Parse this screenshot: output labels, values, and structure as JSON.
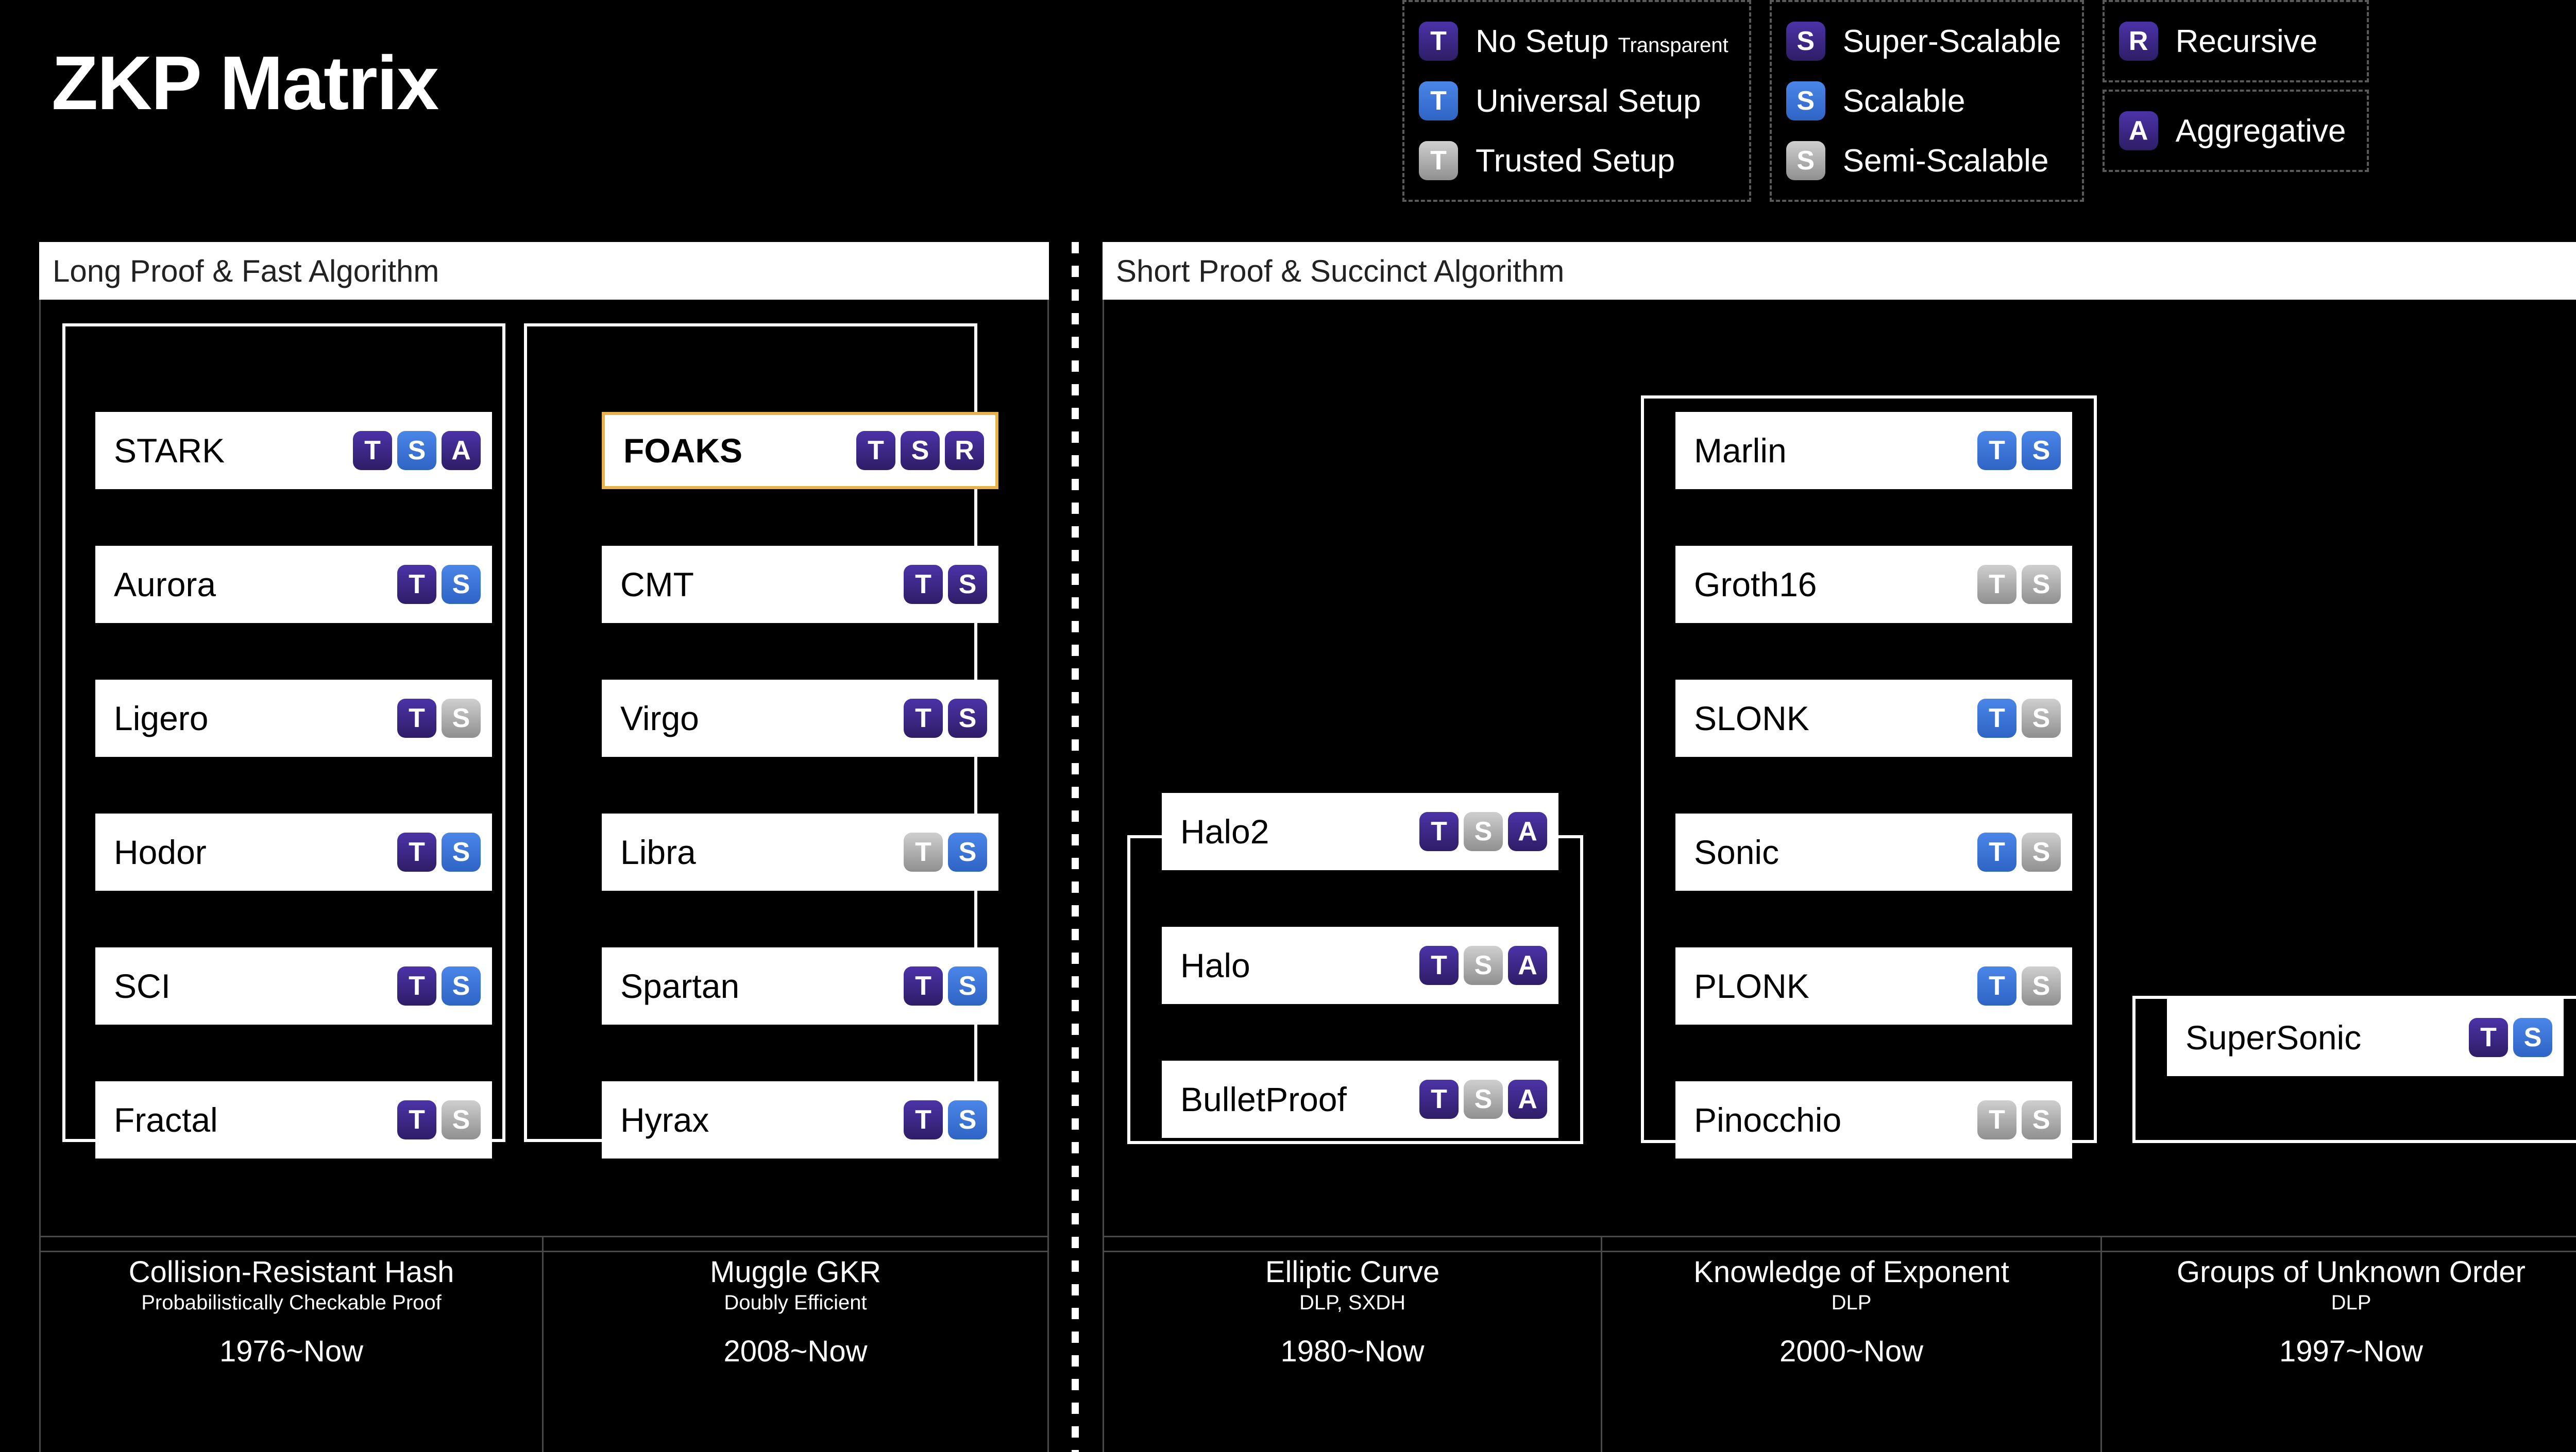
{
  "title": "ZKP Matrix",
  "legend": {
    "groups": [
      {
        "name": "setup-legend",
        "rows": [
          {
            "letter": "T",
            "color": "purple",
            "label": "No Setup",
            "sub": "Transparent"
          },
          {
            "letter": "T",
            "color": "blue",
            "label": "Universal Setup",
            "sub": ""
          },
          {
            "letter": "T",
            "color": "gray",
            "label": "Trusted Setup",
            "sub": ""
          }
        ]
      },
      {
        "name": "scalability-legend",
        "rows": [
          {
            "letter": "S",
            "color": "purple",
            "label": "Super-Scalable",
            "sub": ""
          },
          {
            "letter": "S",
            "color": "blue",
            "label": "Scalable",
            "sub": ""
          },
          {
            "letter": "S",
            "color": "gray",
            "label": "Semi-Scalable",
            "sub": ""
          }
        ]
      },
      {
        "name": "composition-legend-recursive",
        "rows": [
          {
            "letter": "R",
            "color": "purple",
            "label": "Recursive",
            "sub": ""
          }
        ]
      },
      {
        "name": "composition-legend-aggregative",
        "rows": [
          {
            "letter": "A",
            "color": "purple",
            "label": "Aggregative",
            "sub": ""
          }
        ]
      }
    ]
  },
  "sections": {
    "left": {
      "header": "Long Proof & Fast Algorithm"
    },
    "right": {
      "header": "Short Proof & Succinct Algorithm"
    }
  },
  "groups": {
    "hash": {
      "cards": [
        {
          "name": "STARK",
          "badges": [
            [
              "T",
              "purple"
            ],
            [
              "S",
              "blue"
            ],
            [
              "A",
              "purple"
            ]
          ],
          "highlight": false
        },
        {
          "name": "Aurora",
          "badges": [
            [
              "T",
              "purple"
            ],
            [
              "S",
              "blue"
            ]
          ],
          "highlight": false
        },
        {
          "name": "Ligero",
          "badges": [
            [
              "T",
              "purple"
            ],
            [
              "S",
              "gray"
            ]
          ],
          "highlight": false
        },
        {
          "name": "Hodor",
          "badges": [
            [
              "T",
              "purple"
            ],
            [
              "S",
              "blue"
            ]
          ],
          "highlight": false
        },
        {
          "name": "SCI",
          "badges": [
            [
              "T",
              "purple"
            ],
            [
              "S",
              "blue"
            ]
          ],
          "highlight": false
        },
        {
          "name": "Fractal",
          "badges": [
            [
              "T",
              "purple"
            ],
            [
              "S",
              "gray"
            ]
          ],
          "highlight": false
        }
      ]
    },
    "gkr": {
      "cards": [
        {
          "name": "FOAKS",
          "badges": [
            [
              "T",
              "purple"
            ],
            [
              "S",
              "purple"
            ],
            [
              "R",
              "purple"
            ]
          ],
          "highlight": true
        },
        {
          "name": "CMT",
          "badges": [
            [
              "T",
              "purple"
            ],
            [
              "S",
              "purple"
            ]
          ],
          "highlight": false
        },
        {
          "name": "Virgo",
          "badges": [
            [
              "T",
              "purple"
            ],
            [
              "S",
              "purple"
            ]
          ],
          "highlight": false
        },
        {
          "name": "Libra",
          "badges": [
            [
              "T",
              "gray"
            ],
            [
              "S",
              "blue"
            ]
          ],
          "highlight": false
        },
        {
          "name": "Spartan",
          "badges": [
            [
              "T",
              "purple"
            ],
            [
              "S",
              "blue"
            ]
          ],
          "highlight": false
        },
        {
          "name": "Hyrax",
          "badges": [
            [
              "T",
              "purple"
            ],
            [
              "S",
              "blue"
            ]
          ],
          "highlight": false
        }
      ]
    },
    "ec": {
      "cards": [
        {
          "name": "Halo2",
          "badges": [
            [
              "T",
              "purple"
            ],
            [
              "S",
              "gray"
            ],
            [
              "A",
              "purple"
            ]
          ],
          "highlight": false
        },
        {
          "name": "Halo",
          "badges": [
            [
              "T",
              "purple"
            ],
            [
              "S",
              "gray"
            ],
            [
              "A",
              "purple"
            ]
          ],
          "highlight": false
        },
        {
          "name": "BulletProof",
          "badges": [
            [
              "T",
              "purple"
            ],
            [
              "S",
              "gray"
            ],
            [
              "A",
              "purple"
            ]
          ],
          "highlight": false
        }
      ]
    },
    "koe": {
      "cards": [
        {
          "name": "Marlin",
          "badges": [
            [
              "T",
              "blue"
            ],
            [
              "S",
              "blue"
            ]
          ],
          "highlight": false
        },
        {
          "name": "Groth16",
          "badges": [
            [
              "T",
              "gray"
            ],
            [
              "S",
              "gray"
            ]
          ],
          "highlight": false
        },
        {
          "name": "SLONK",
          "badges": [
            [
              "T",
              "blue"
            ],
            [
              "S",
              "gray"
            ]
          ],
          "highlight": false
        },
        {
          "name": "Sonic",
          "badges": [
            [
              "T",
              "blue"
            ],
            [
              "S",
              "gray"
            ]
          ],
          "highlight": false
        },
        {
          "name": "PLONK",
          "badges": [
            [
              "T",
              "blue"
            ],
            [
              "S",
              "gray"
            ]
          ],
          "highlight": false
        },
        {
          "name": "Pinocchio",
          "badges": [
            [
              "T",
              "gray"
            ],
            [
              "S",
              "gray"
            ]
          ],
          "highlight": false
        }
      ]
    },
    "guo": {
      "cards": [
        {
          "name": "SuperSonic",
          "badges": [
            [
              "T",
              "purple"
            ],
            [
              "S",
              "blue"
            ]
          ],
          "highlight": false
        }
      ]
    }
  },
  "footers": [
    {
      "title": "Collision-Resistant Hash",
      "sub": "Probabilistically Checkable Proof",
      "years": "1976~Now"
    },
    {
      "title": "Muggle GKR",
      "sub": "Doubly Efficient",
      "years": "2008~Now"
    },
    {
      "title": "Elliptic Curve",
      "sub": "DLP, SXDH",
      "years": "1980~Now"
    },
    {
      "title": "Knowledge of Exponent",
      "sub": "DLP",
      "years": "2000~Now"
    },
    {
      "title": "Groups of Unknown Order",
      "sub": "DLP",
      "years": "1997~Now"
    }
  ],
  "colors": {
    "background": "#000000",
    "card_background": "#ffffff",
    "highlight_border": "#e8b14a",
    "badge_purple": "#3b2688",
    "badge_blue": "#3b72d6",
    "badge_gray": "#a8a8a8",
    "panel_border": "#4a4a4a"
  }
}
